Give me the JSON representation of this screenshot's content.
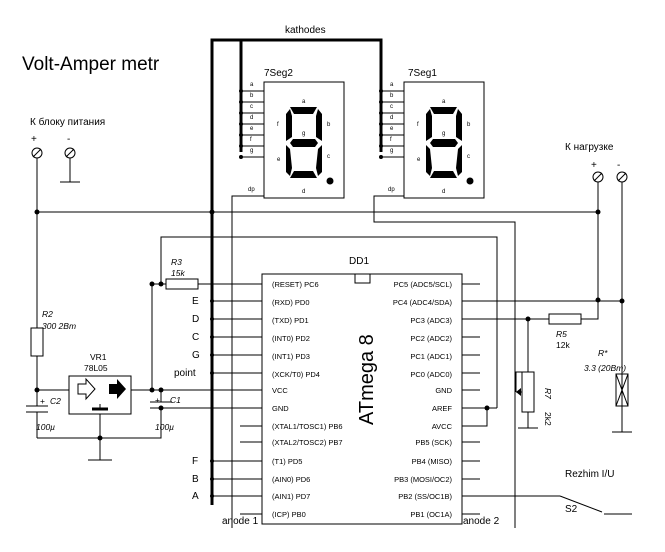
{
  "title": "Volt-Amper metr",
  "bus_label": "kathodes",
  "power_label": "К блоку питания",
  "load_label": "К нагрузке",
  "plus": "+",
  "minus": "-",
  "display1": {
    "label": "7Seg2",
    "segments": [
      "a",
      "b",
      "c",
      "d",
      "e",
      "f",
      "g",
      "dp"
    ]
  },
  "display2": {
    "label": "7Seg1",
    "segments": [
      "a",
      "b",
      "c",
      "d",
      "e",
      "f",
      "g",
      "dp"
    ]
  },
  "mcu": {
    "ref": "DD1",
    "name": "ATmega 8",
    "left_pins": [
      "(RESET) PC6",
      "(RXD) PD0",
      "(TXD) PD1",
      "(INT0) PD2",
      "(INT1) PD3",
      "(XCK/T0) PD4",
      "VCC",
      "GND",
      "(XTAL1/TOSC1) PB6",
      "(XTAL2/TOSC2) PB7",
      "(T1) PD5",
      "(AIN0) PD6",
      "(AIN1) PD7",
      "(ICP) PB0"
    ],
    "right_pins": [
      "PC5 (ADC5/SCL)",
      "PC4 (ADC4/SDA)",
      "PC3 (ADC3)",
      "PC2 (ADC2)",
      "PC1 (ADC1)",
      "PC0 (ADC0)",
      "GND",
      "AREF",
      "AVCC",
      "PB5 (SCK)",
      "PB4 (MISO)",
      "PB3 (MOSI/OC2)",
      "PB2 (SS/OC1B)",
      "PB1 (OC1A)"
    ],
    "segment_letters": [
      "E",
      "D",
      "C",
      "G",
      "point",
      "F",
      "B",
      "A"
    ],
    "anode1": "anode 1",
    "anode2": "anode 2"
  },
  "components": {
    "r3": {
      "ref": "R3",
      "value": "15k"
    },
    "r2": {
      "ref": "R2",
      "value": "300 2Bm"
    },
    "vr1": {
      "ref": "VR1",
      "value": "78L05"
    },
    "c2": {
      "ref": "C2",
      "value": "100µ"
    },
    "c1": {
      "ref": "C1",
      "value": "100µ"
    },
    "r5": {
      "ref": "R5",
      "value": "12k"
    },
    "r7": {
      "ref": "R7",
      "value": "2k2"
    },
    "rstar": {
      "ref": "R*",
      "value": "3.3 (20Bm)"
    },
    "s2": {
      "ref": "S2",
      "label": "Rezhim I/U"
    }
  }
}
